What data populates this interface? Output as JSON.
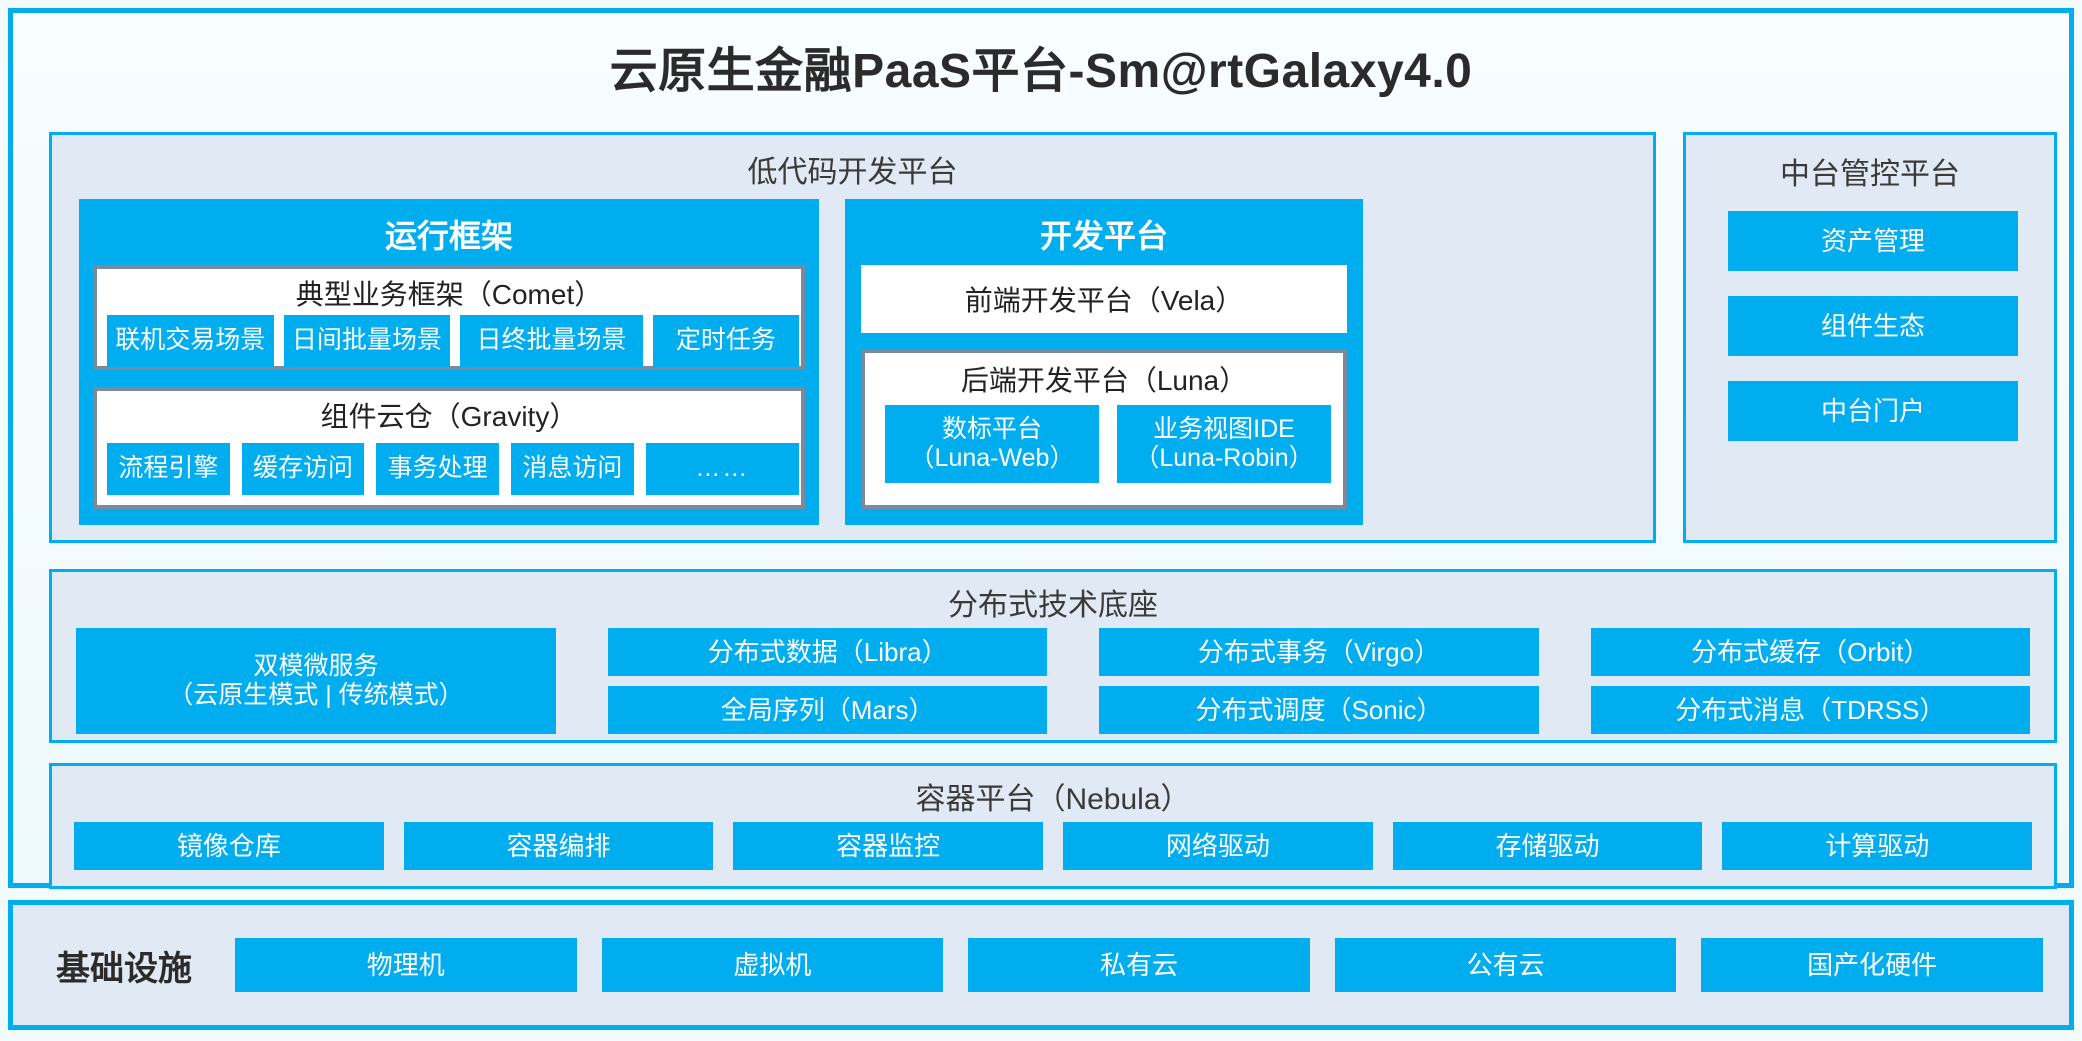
{
  "title": "云原生金融PaaS平台-Sm@rtGalaxy4.0",
  "colors": {
    "accent_blue": "#00AEEF",
    "panel_bg": "#E1EAF4",
    "box_border_grey": "#7C889B",
    "page_bg": "#F2FBFD",
    "text_dark": "#2B2B2B"
  },
  "lowcode": {
    "title": "低代码开发平台",
    "runtime": {
      "title": "运行框架",
      "comet": {
        "title": "典型业务框架（Comet）",
        "items": [
          "联机交易场景",
          "日间批量场景",
          "日终批量场景",
          "定时任务"
        ]
      },
      "gravity": {
        "title": "组件云仓（Gravity）",
        "items": [
          "流程引擎",
          "缓存访问",
          "事务处理",
          "消息访问",
          "……"
        ]
      }
    },
    "dev": {
      "title": "开发平台",
      "frontend": "前端开发平台（Vela）",
      "backend": {
        "title": "后端开发平台（Luna）",
        "items": [
          "数标平台\n（Luna-Web）",
          "业务视图IDE\n（Luna-Robin）"
        ]
      }
    }
  },
  "midend": {
    "title": "中台管控平台",
    "items": [
      "资产管理",
      "组件生态",
      "中台门户"
    ]
  },
  "distributed": {
    "title": "分布式技术底座",
    "dual_mode": "双模微服务\n（云原生模式 | 传统模式）",
    "columns": [
      [
        "分布式数据（Libra）",
        "全局序列（Mars）"
      ],
      [
        "分布式事务（Virgo）",
        "分布式调度（Sonic）"
      ],
      [
        "分布式缓存（Orbit）",
        "分布式消息（TDRSS）"
      ]
    ]
  },
  "container": {
    "title": "容器平台（Nebula）",
    "items": [
      "镜像仓库",
      "容器编排",
      "容器监控",
      "网络驱动",
      "存储驱动",
      "计算驱动"
    ]
  },
  "infrastructure": {
    "label": "基础设施",
    "items": [
      "物理机",
      "虚拟机",
      "私有云",
      "公有云",
      "国产化硬件"
    ]
  }
}
